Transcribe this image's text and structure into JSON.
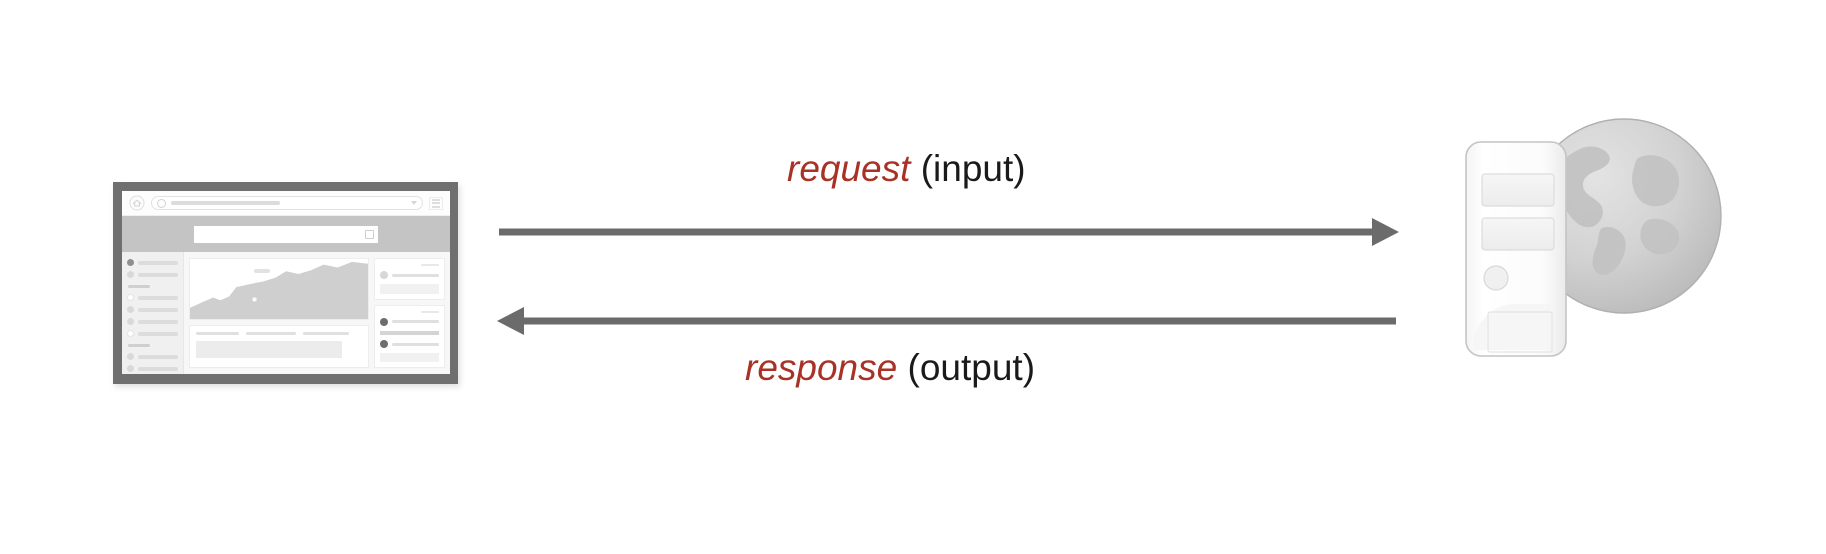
{
  "diagram": {
    "title": "Client request and server response flow",
    "type": "sequence-flow",
    "colors": {
      "keyword_red": "#a93226",
      "text_black": "#1a1a1a",
      "arrow_gray": "#6b6b6b",
      "monitor_bezel": "#6f6f6f",
      "search_band": "#c4c4c4",
      "globe_gray": "#c9c9c9",
      "background": "#ffffff"
    },
    "nodes": [
      {
        "id": "client",
        "name": "browser-client",
        "icon": "browser-window-monitor-icon",
        "position": "left"
      },
      {
        "id": "server",
        "name": "web-server",
        "icon": "server-tower-globe-icon",
        "position": "right"
      }
    ],
    "edges": [
      {
        "id": "request",
        "direction": "client-to-server",
        "keyword": "request",
        "qualifier": "(input)",
        "arrowhead": "right"
      },
      {
        "id": "response",
        "direction": "server-to-client",
        "keyword": "response",
        "qualifier": "(output)",
        "arrowhead": "left"
      }
    ]
  },
  "client_mock": {
    "browser_chrome": {
      "home_icon": "home-icon",
      "url_field_placeholder": "",
      "menu_icon": "menu-grid-icon",
      "caret_icon": "chevron-down-icon"
    },
    "search_band": {
      "search_icon": "search-icon"
    },
    "sidebar": {
      "groups": [
        {
          "items": 2
        },
        {
          "items": 4
        },
        {
          "items": 2
        }
      ]
    },
    "content": {
      "chart": {
        "type": "area",
        "trend": "increasing"
      },
      "text_card_lines": 3
    },
    "right_column": {
      "cards": 2
    }
  }
}
